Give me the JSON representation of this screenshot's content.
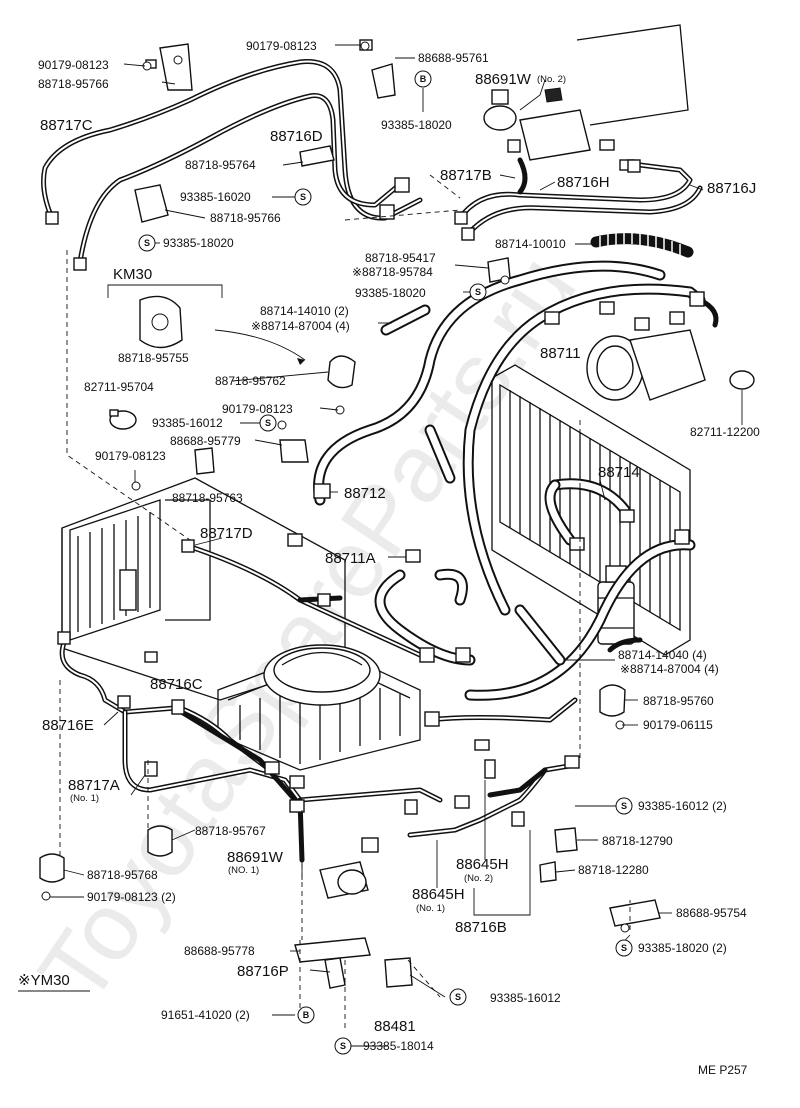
{
  "labels": {
    "l_90179_08123_tl": "90179-08123",
    "l_88718_95766_tl": "88718-95766",
    "l_90179_08123_top": "90179-08123",
    "l_88688_95761": "88688-95761",
    "l_88691W_main": "88691W",
    "l_88691W_sub": "(No. 2)",
    "l_93385_18020_top": "93385-18020",
    "l_88717C": "88717C",
    "l_88716D": "88716D",
    "l_88718_95764": "88718-95764",
    "l_93385_16020": "93385-16020",
    "l_88718_95766_mid": "88718-95766",
    "l_93385_18020_mid": "93385-18020",
    "l_88717B": "88717B",
    "l_88716H": "88716H",
    "l_88716J": "88716J",
    "l_88714_10010": "88714-10010",
    "l_88718_95417": "88718-95417",
    "l_88718_95784": "※88718-95784",
    "l_93385_18020_b": "93385-18020",
    "l_KM30": "KM30",
    "l_88714_14010": "88714-14010 (2)",
    "l_88714_87004": "※88714-87004 (4)",
    "l_88718_95755": "88718-95755",
    "l_88711": "88711",
    "l_88718_95762": "88718-95762",
    "l_82711_95704": "82711-95704",
    "l_90179_08123_c": "90179-08123",
    "l_93385_16012_a": "93385-16012",
    "l_88688_95779": "88688-95779",
    "l_90179_08123_d": "90179-08123",
    "l_88718_95763": "88718-95763",
    "l_82711_12200": "82711-12200",
    "l_88714": "88714",
    "l_88712": "88712",
    "l_88717D": "88717D",
    "l_88711A": "88711A",
    "l_88714_14040": "88714-14040 (4)",
    "l_88714_87004_b": "※88714-87004 (4)",
    "l_88716C": "88716C",
    "l_88718_95760": "88718-95760",
    "l_90179_06115": "90179-06115",
    "l_88716E": "88716E",
    "l_88717A": "88717A",
    "l_88717A_sub": "(No. 1)",
    "l_93385_16012_b": "93385-16012 (2)",
    "l_88718_95767": "88718-95767",
    "l_88718_12790": "88718-12790",
    "l_88718_95768": "88718-95768",
    "l_88691W_b": "88691W",
    "l_88691W_b_sub": "(NO. 1)",
    "l_88645H_a": "88645H",
    "l_88645H_a_sub": "(No. 2)",
    "l_88718_12280": "88718-12280",
    "l_90179_08123_e": "90179-08123 (2)",
    "l_88645H_b": "88645H",
    "l_88645H_b_sub": "(No. 1)",
    "l_88716B": "88716B",
    "l_88688_95754": "88688-95754",
    "l_93385_18020_c": "93385-18020 (2)",
    "l_88688_95778": "88688-95778",
    "l_88716P": "88716P",
    "l_YM30": "※YM30",
    "l_93385_16012_c": "93385-16012",
    "l_91651_41020": "91651-41020 (2)",
    "l_88481": "88481",
    "l_93385_18014": "93385-18014",
    "l_page_code": "ME  P257"
  },
  "ref_marks": {
    "B": "B",
    "S": "S"
  },
  "watermark": "ToyotaSpareParts.ru"
}
